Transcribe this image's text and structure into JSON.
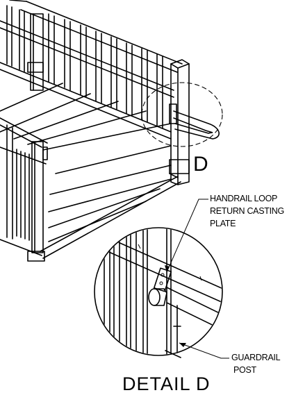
{
  "labels": {
    "detail_marker": "D",
    "callout_plate": [
      "HANDRAIL LOOP",
      "RETURN CASTING",
      "PLATE"
    ],
    "callout_post": [
      "GUARDRAIL",
      "POST"
    ],
    "detail_title": "DETAIL D"
  }
}
